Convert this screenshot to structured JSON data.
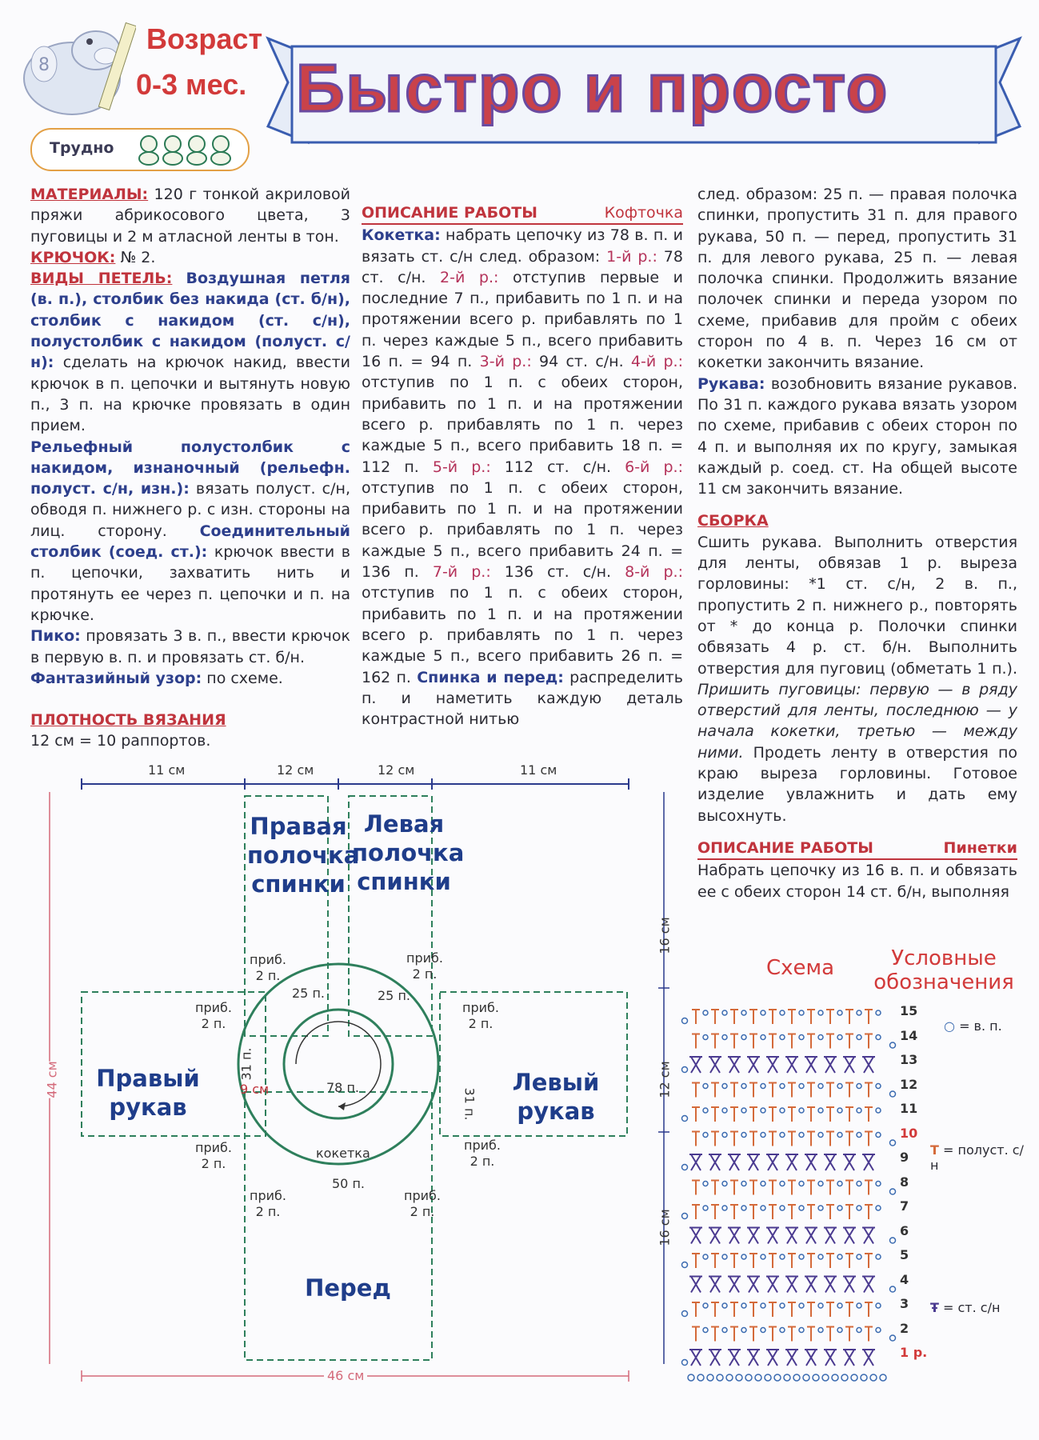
{
  "header": {
    "age_label": "Возраст",
    "age_value": "0-3 мес.",
    "difficulty_label": "Трудно",
    "title": "Быстро и просто"
  },
  "col1": {
    "materials_h": "МАТЕРИАЛЫ:",
    "materials": "120 г тонкой акриловой пряжи абрикосового цвета, 3 пуговицы и 2 м атласной ленты в тон.",
    "hook_h": "КРЮЧОК:",
    "hook": "№ 2.",
    "stitches_h": "ВИДЫ ПЕТЕЛЬ:",
    "s1": "Воздушная петля (в. п.), столбик без накида (ст. б/н), столбик с накидом (ст. с/н), полустолбик с накидом (полуст. с/н):",
    "s1_desc": "сделать на крючок накид, ввести крючок в п. цепочки и вытянуть новую п., 3 п. на крючке провязать в один прием.",
    "s2": "Рельефный полустолбик с накидом, изнаночный (рельефн. полуст. с/н, изн.):",
    "s2_desc": "вязать полуст. с/н, обводя п. нижнего р. с изн. стороны на лиц. сторону.",
    "s3": "Соединительный столбик (соед. ст.):",
    "s3_desc": "крючок ввести в п. цепочки, захватить нить и протянуть ее через п. цепочки и п. на крючке.",
    "s4": "Пико:",
    "s4_desc": "провязать 3 в. п., ввести крючок в первую в. п. и провязать ст. б/н.",
    "s5": "Фантазийный узор:",
    "s5_desc": "по схеме.",
    "density_h": "ПЛОТНОСТЬ ВЯЗАНИЯ",
    "density": "12 см = 10 раппортов."
  },
  "col2": {
    "work_h": "ОПИСАНИЕ РАБОТЫ",
    "work_item": "Кофточка",
    "yoke_h": "Кокетка:",
    "t1": "набрать цепочку из 78 в. п. и вязать ст. с/н след. образом:",
    "r1": "1-й р.:",
    "t2": "78 ст. с/н.",
    "r2": "2-й р.:",
    "t3": "отступив первые и последние 7 п., прибавить по 1 п. и на протяжении всего р. прибавлять по 1 п. через каждые 5 п., всего прибавить 16 п. = 94 п.",
    "r3": "3-й р.:",
    "t4": "94 ст. с/н.",
    "r4": "4-й р.:",
    "t5": "отступив по 1 п. с обеих сторон, прибавить по 1 п. и на протяжении всего р. прибавлять по 1 п. через каждые 5 п., всего прибавить 18 п. = 112 п.",
    "r5": "5-й р.:",
    "t6": "112 ст. с/н.",
    "r6": "6-й р.:",
    "t7": "отступив по 1 п. с обеих сторон, прибавить по 1 п. и на протяжении всего р. прибавлять по 1 п. через каждые 5 п., всего прибавить 24 п. = 136 п.",
    "r7": "7-й р.:",
    "t8": "136 ст. с/н.",
    "r8": "8-й р.:",
    "t9": "отступив по 1 п. с обеих сторон, прибавить по 1 п. и на протяжении всего р. прибавлять по 1 п. через каждые 5 п., всего прибавить 26 п. = 162 п.",
    "back_h": "Спинка и перед:",
    "t10": "распределить п. и наметить каждую деталь контрастной нитью"
  },
  "col3": {
    "p1": "след. образом: 25 п. — правая полочка спинки, пропустить 31 п. для правого рукава, 50 п. — перед, пропустить 31 п. для левого рукава, 25 п. — левая полочка спинки. Продолжить вязание полочек спинки и переда узором по схеме, прибавив для пройм с обеих сторон по 4 в. п. Через 16 см от кокетки закончить вязание.",
    "sleeves_h": "Рукава:",
    "sleeves": "возобновить вязание рукавов. По 31 п. каждого рукава вязать узором по схеме, прибавив с обеих сторон по 4 п. и выполняя их по кругу, замыкая каждый р. соед. ст. На общей высоте 11 см закончить вязание.",
    "assembly_h": "СБОРКА",
    "assembly_a": "Сшить рукава. Выполнить отверстия для ленты, обвязав 1 р. выреза горловины: *1 ст. с/н, 2 в. п., пропустить 2 п. нижнего р., повторять от * до конца р. Полочки спинки обвязать 4 р. ст. б/н. Выполнить отверстия для пуговиц (обметать 1 п.).",
    "assembly_b": "Пришить пуговицы: первую — в ряду отверстий для ленты, последнюю — у начала кокетки, третью — между ними.",
    "assembly_c": "Продеть ленту в отверстия по краю выреза горловины. Готовое изделие увлажнить и дать ему высохнуть.",
    "work_h": "ОПИСАНИЕ РАБОТЫ",
    "work_item": "Пинетки",
    "booties": "Набрать цепочку из 16 в. п. и обвязать ее с обеих сторон 14 ст. б/н, выполняя"
  },
  "diagram": {
    "w1": "11 см",
    "w2": "12 см",
    "w3": "12 см",
    "w4": "11 см",
    "total_w": "46 см",
    "total_h": "44 см",
    "right_back": "Правая полочка спинки",
    "left_back": "Левая полочка спинки",
    "right_sleeve": "Правый рукав",
    "left_sleeve": "Левый рукав",
    "front": "Перед",
    "yoke": "кокетка",
    "center": "78 п.",
    "top_l": "25 п.",
    "top_r": "25 п.",
    "side_l": "31 п.",
    "side_r": "31 п.",
    "bottom": "50 п.",
    "inc": "приб.",
    "inc_n": "2 п.",
    "radius": "9 см",
    "h16a": "16 см",
    "h12": "12 см",
    "h16b": "16 см"
  },
  "scheme": {
    "title": "Схема",
    "legend_title": "Условные обозначения",
    "legend_ch": "= в. п.",
    "legend_hdc": "= полуст. с/н",
    "legend_dc": "= ст. с/н",
    "rows": [
      "15",
      "14",
      "13",
      "12",
      "11",
      "10",
      "9",
      "8",
      "7",
      "6",
      "5",
      "4",
      "3",
      "2",
      "1 р."
    ]
  }
}
